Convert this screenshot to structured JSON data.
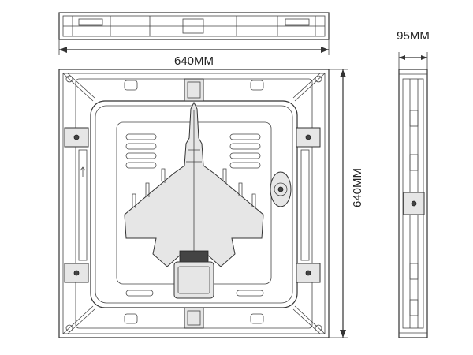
{
  "dimensions": {
    "width_label": "640MM",
    "height_label": "640MM",
    "depth_label": "95MM"
  },
  "colors": {
    "line": "#333333",
    "fill_light": "#e6e6e6",
    "fill_dark": "#444444",
    "background": "#ffffff"
  }
}
